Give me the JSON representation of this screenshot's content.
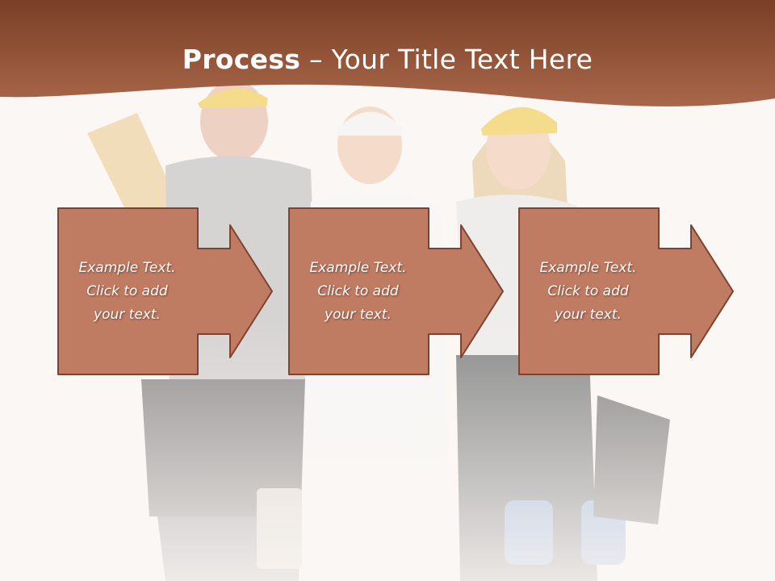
{
  "slide": {
    "title_bold": "Process",
    "title_rest": " – Your Title Text Here"
  },
  "colors": {
    "header_brown": "#8f4e33",
    "box_fill": "#c07b63",
    "box_border": "#7c4330",
    "background": "#fbf7f4"
  },
  "steps": [
    {
      "text": "Example Text.\nClick  to add\nyour text."
    },
    {
      "text": "Example Text.\nClick  to add\nyour text."
    },
    {
      "text": "Example Text.\nClick  to add\nyour text."
    }
  ],
  "icons": {
    "background_photo": "construction-workers-photo",
    "step_shape": "arrow-callout-right"
  }
}
